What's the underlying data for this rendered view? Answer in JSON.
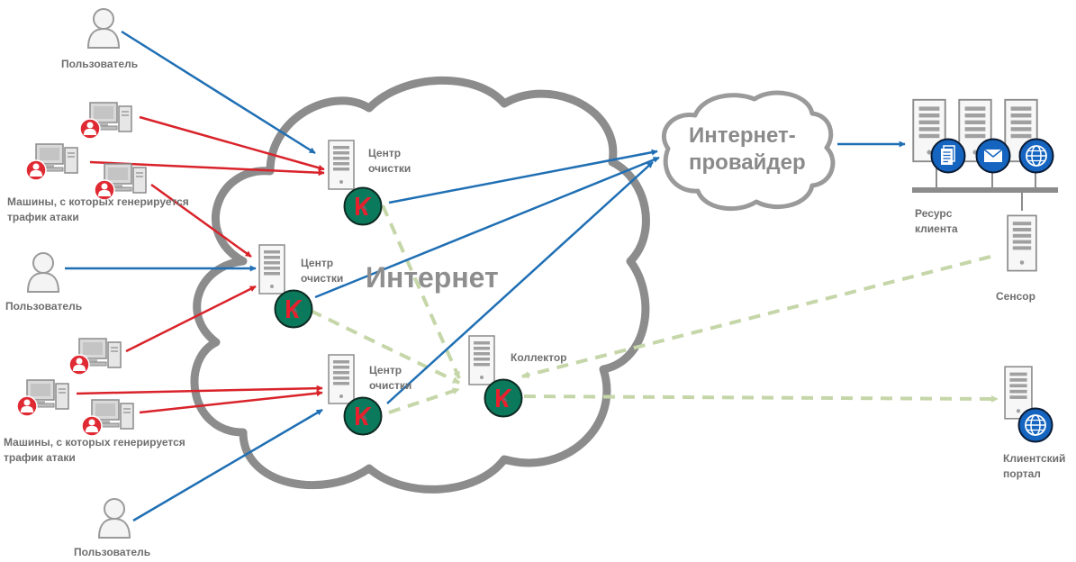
{
  "labels": {
    "user_top": "Пользователь",
    "user_mid": "Пользователь",
    "user_bottom": "Пользователь",
    "attack_machines_1_line1": "Машины, с которых генерируется",
    "attack_machines_1_line2": "трафик атаки",
    "attack_machines_2_line1": "Машины, с которых генерируется",
    "attack_machines_2_line2": "трафик атаки",
    "scrubbing_center_1_line1": "Центр",
    "scrubbing_center_1_line2": "очистки",
    "scrubbing_center_2_line1": "Центр",
    "scrubbing_center_2_line2": "очистки",
    "scrubbing_center_3_line1": "Центр",
    "scrubbing_center_3_line2": "очистки",
    "collector": "Коллектор",
    "internet": "Интернет",
    "isp_line1": "Интернет-",
    "isp_line2": "провайдер",
    "client_resource_line1": "Ресурс",
    "client_resource_line2": "клиента",
    "sensor": "Сенсор",
    "client_portal_line1": "Клиентский",
    "client_portal_line2": "портал"
  },
  "colors": {
    "user_traffic": "#1f6fb4",
    "attack_traffic": "#d9232a",
    "control_traffic": "#c5d6a8",
    "cloud_border": "#8c8c8c",
    "kaspersky_badge": "#0b7a5c",
    "client_service_badge": "#1565c0",
    "attacker_badge": "#e02a33",
    "text": "#6e6e6e"
  },
  "icons": [
    "user-icon",
    "attacker-computer-icon",
    "server-icon",
    "kaspersky-logo-icon",
    "document-icon",
    "mail-icon",
    "globe-icon",
    "cloud-icon"
  ]
}
